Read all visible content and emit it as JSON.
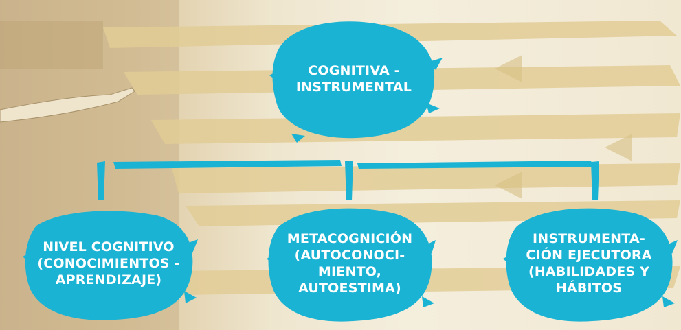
{
  "diagram": {
    "root": {
      "label": "COGNITIVA -\nINSTRUMENTAL"
    },
    "children": [
      {
        "label": "NIVEL COGNITIVO\n(CONOCIMIENTOS -\nAPRENDIZAJE)"
      },
      {
        "label": "METACOGNICIÓN\n(AUTOCONOCI-\nMIENTO,\nAUTOESTIMA)"
      },
      {
        "label": "INSTRUMENTA-\nCIÓN EJECUTORA\n(HABILIDADES Y\nHÁBITOS"
      }
    ]
  },
  "colors": {
    "node_fill": "#1ab3d4",
    "text": "#ffffff",
    "background_paint": "#e3d09d"
  }
}
